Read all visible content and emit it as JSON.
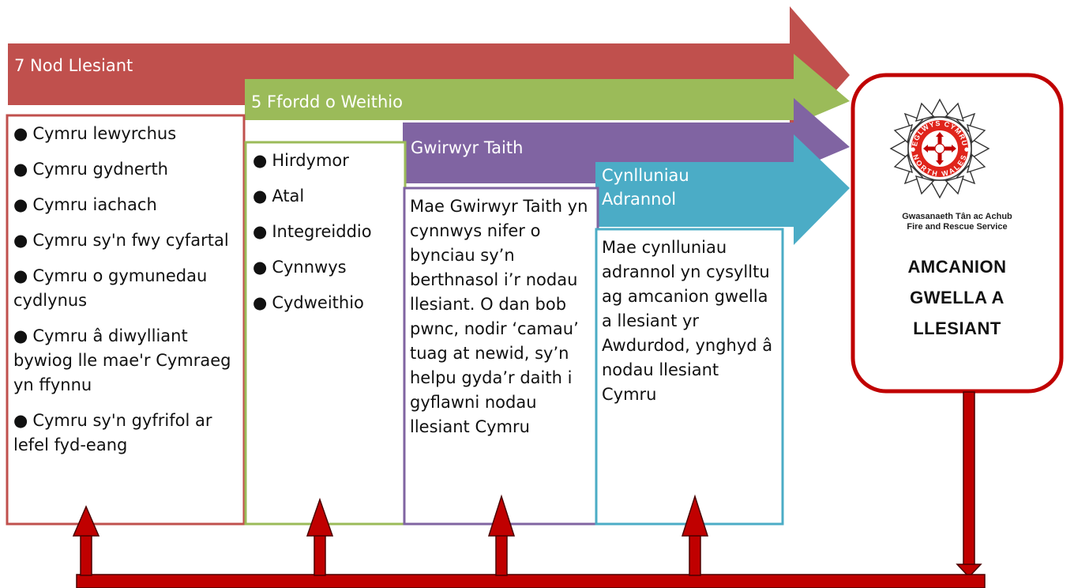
{
  "colors": {
    "llesiant": "#c0504d",
    "ffordd": "#9bbb59",
    "gwirwyr": "#8064a2",
    "cynllun": "#4bacc6",
    "connector": "#c00000",
    "objective_border": "#c00000"
  },
  "arrows": {
    "llesiant": "7 Nod Llesiant",
    "ffordd": "5 Ffordd o Weithio",
    "gwirwyr": "Gwirwyr Taith",
    "cynllun_line1": "Cynlluniau",
    "cynllun_line2": "Adrannol"
  },
  "llesiant": {
    "items": [
      "Cymru lewyrchus",
      "Cymru gydnerth",
      "Cymru iachach",
      "Cymru sy'n fwy cyfartal",
      "Cymru o gymunedau cydlynus",
      "Cymru â diwylliant bywiog lle mae'r Cymraeg yn ffynnu",
      "Cymru sy'n gyfrifol ar lefel fyd-eang"
    ]
  },
  "ffordd": {
    "items": [
      "Hirdymor",
      "Atal",
      "Integreiddio",
      "Cynnwys",
      "Cydweithio"
    ]
  },
  "gwirwyr": {
    "body": "Mae Gwirwyr Taith yn cynnwys nifer o bynciau sy’n berthnasol i’r nodau llesiant. O dan bob pwnc, nodir ‘camau’ tuag at newid, sy’n helpu gyda’r daith i gyflawni nodau llesiant Cymru"
  },
  "cynllun": {
    "body": "Mae cynlluniau adrannol yn cysylltu ag amcanion gwella a llesiant yr Awdurdod, ynghyd â nodau llesiant Cymru"
  },
  "logo": {
    "ring_top_text": "EGLWYS CYMRU",
    "ring_bottom_text": "NORTH WALES",
    "line1": "Gwasanaeth Tân ac Achub",
    "line2": "Fire and Rescue Service",
    "bullet_glyph": "●"
  },
  "objective": {
    "line1": "AMCANION",
    "line2": "GWELLA A",
    "line3": "LLESIANT"
  }
}
